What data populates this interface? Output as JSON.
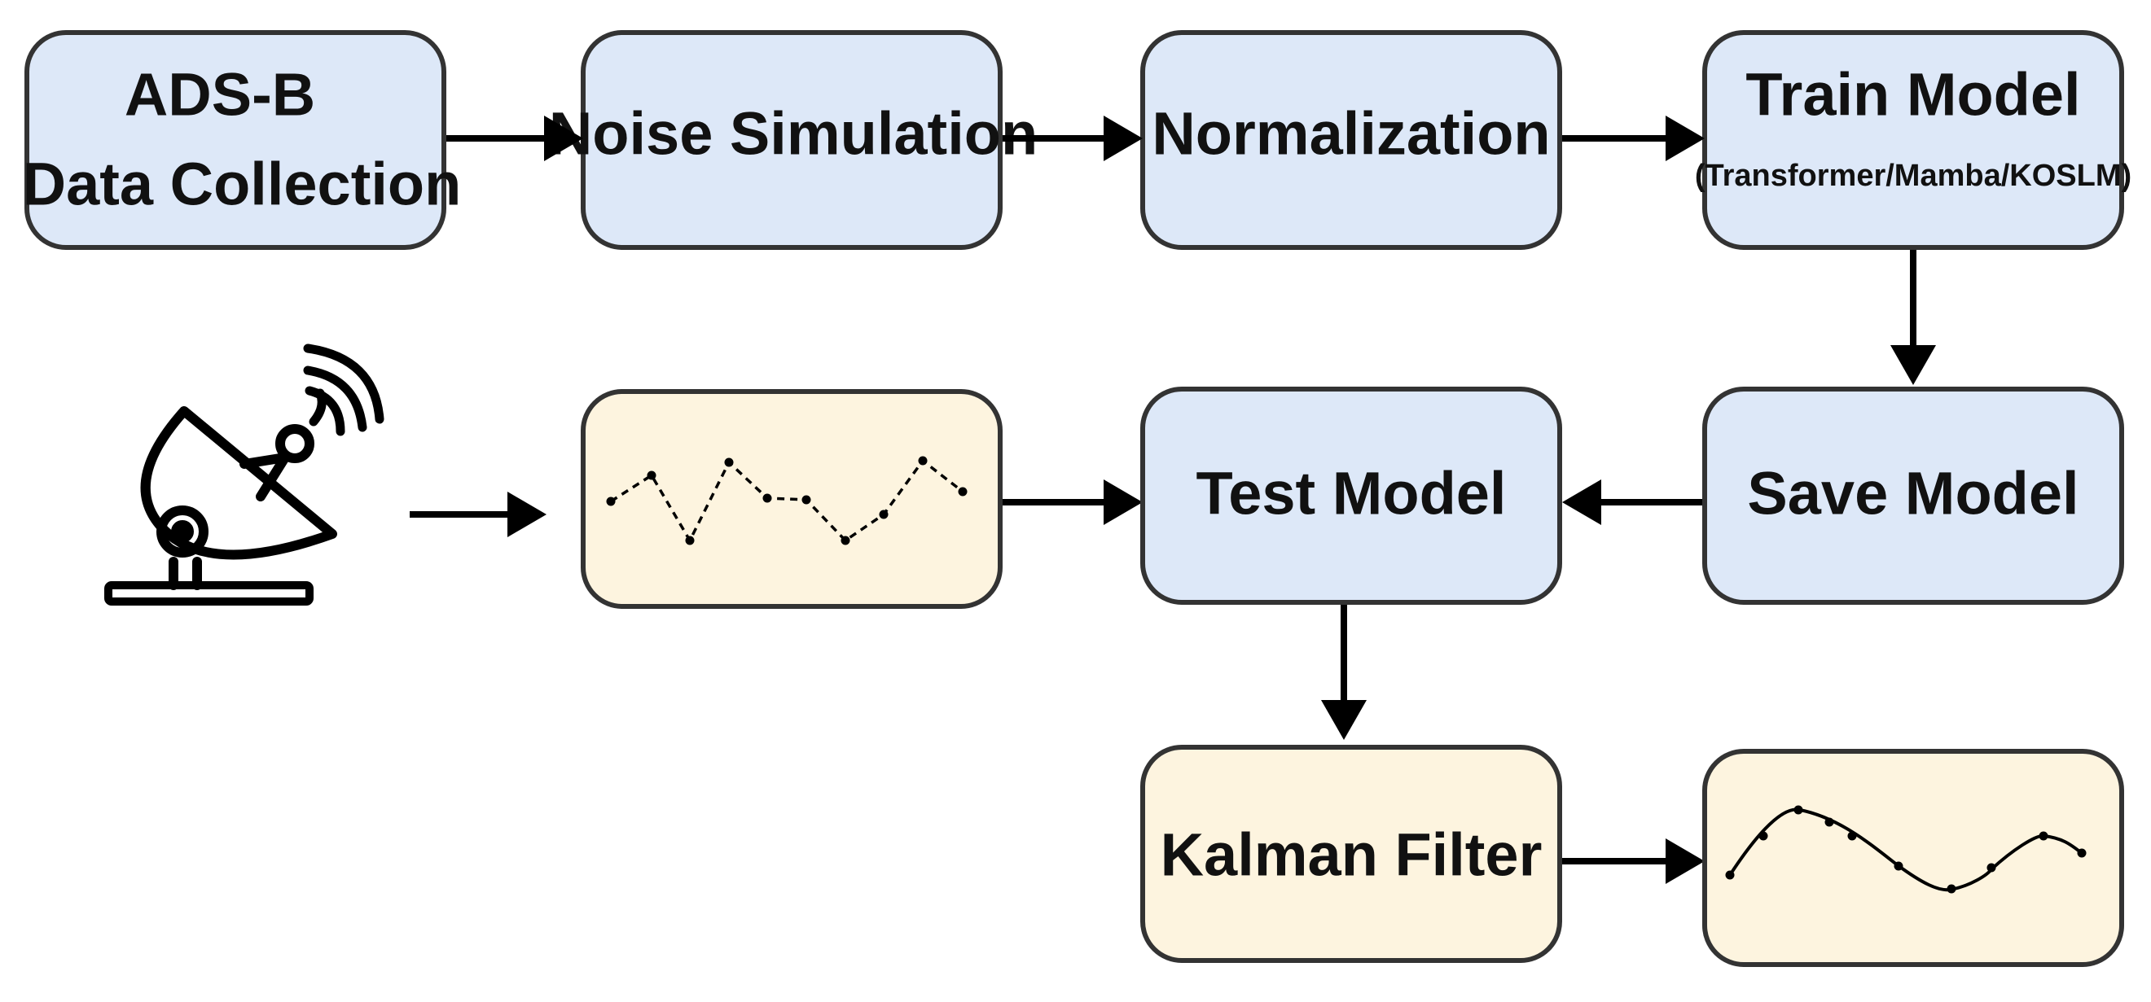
{
  "colors": {
    "process_fill": "#dde8f8",
    "signal_fill": "#fdf4df",
    "border": "#333333",
    "arrow": "#000000"
  },
  "nodes": {
    "ads_b": {
      "line1": "ADS-B",
      "line2": "Data Collection"
    },
    "noise_simulation": {
      "label": "Noise Simulation"
    },
    "normalization": {
      "label": "Normalization"
    },
    "train_model": {
      "label": "Train Model",
      "sublabel": "(Transformer/Mamba/KOSLM)"
    },
    "save_model": {
      "label": "Save Model"
    },
    "test_model": {
      "label": "Test Model"
    },
    "kalman_filter": {
      "label": "Kalman Filter"
    }
  },
  "icons": {
    "antenna": "satellite-dish-icon",
    "noisy_signal": "noisy-trajectory-icon",
    "smooth_signal": "smoothed-trajectory-icon"
  }
}
